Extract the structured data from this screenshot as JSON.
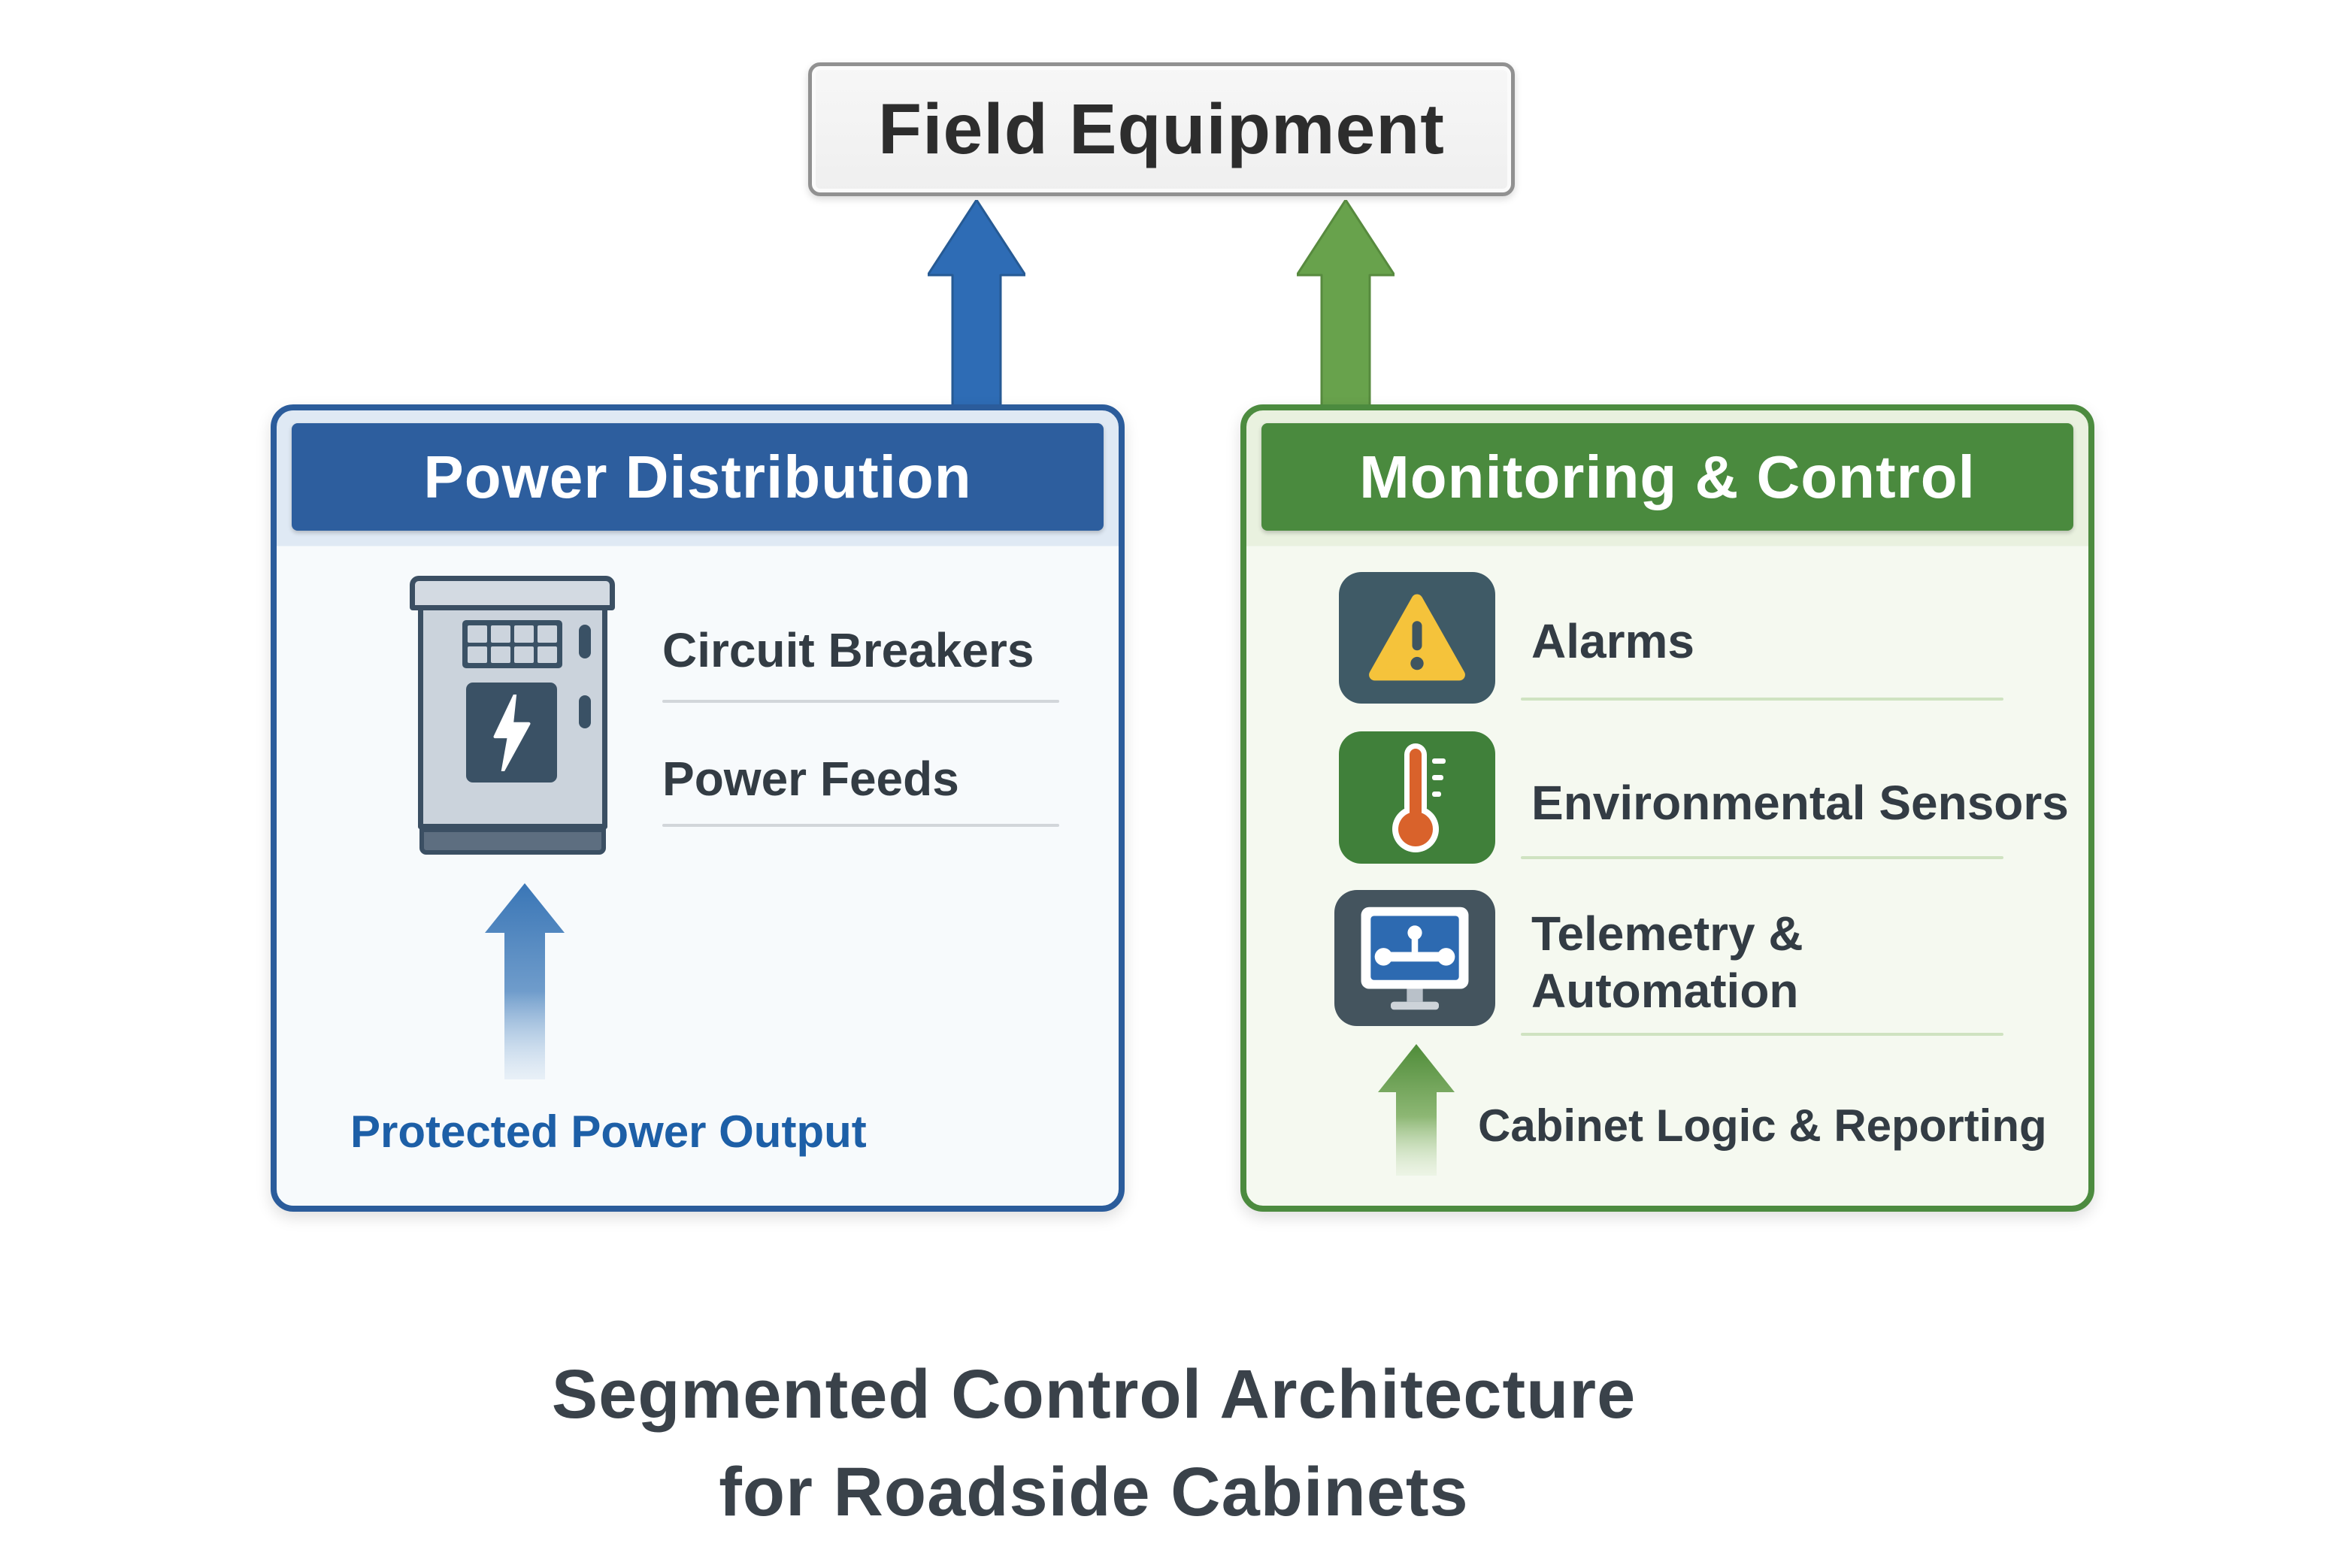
{
  "field_equipment": {
    "label": "Field Equipment"
  },
  "panels": {
    "power": {
      "title": "Power Distribution",
      "items": [
        {
          "label": "Circuit Breakers"
        },
        {
          "label": "Power Feeds"
        }
      ],
      "arrow_label": "Protected Power Output"
    },
    "monitoring": {
      "title": "Monitoring & Control",
      "items": [
        {
          "label": "Alarms"
        },
        {
          "label": "Environmental Sensors"
        },
        {
          "label": "Telemetry & Automation"
        }
      ],
      "arrow_label": "Cabinet Logic & Reporting"
    }
  },
  "caption": {
    "line1": "Segmented Control Architecture",
    "line2": "for Roadside Cabinets"
  },
  "icons": {
    "cabinet": "power-cabinet-icon",
    "warning": "warning-triangle-icon",
    "thermometer": "thermometer-icon",
    "monitor": "telemetry-monitor-icon",
    "arrow_up_blue": "arrow-up-blue-icon",
    "arrow_up_green": "arrow-up-green-icon"
  },
  "colors": {
    "blue_header": "#2d5e9e",
    "blue_border": "#2b5c9b",
    "blue_arrow": "#2e6cb5",
    "blue_text": "#1d5fa7",
    "green_header": "#4a8a3e",
    "green_border": "#4c8b3f",
    "green_arrow": "#68a24c",
    "item_text": "#333c44",
    "caption_text": "#3a424a",
    "field_box_bg": "#f2f2f2",
    "field_box_border": "#919191"
  }
}
